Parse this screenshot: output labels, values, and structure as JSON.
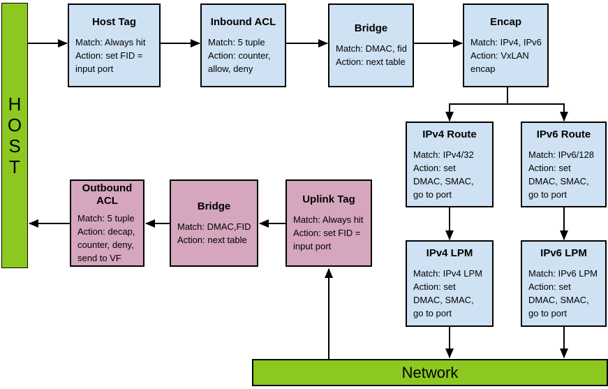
{
  "colors": {
    "box_blue": "#cfe2f3",
    "box_pink": "#d5a6bd",
    "bar_green": "#8cc820",
    "border": "#000000",
    "arrow": "#000000",
    "text": "#000000"
  },
  "diagram": {
    "host": {
      "letters": [
        "H",
        "O",
        "S",
        "T"
      ]
    },
    "network": {
      "label": "Network"
    },
    "nodes": {
      "host_tag": {
        "title": "Host Tag",
        "body": "Match: Always hit\nAction: set FID =\ninput port"
      },
      "inbound_acl": {
        "title": "Inbound ACL",
        "body": "Match: 5 tuple\nAction: counter,\nallow, deny"
      },
      "bridge_top": {
        "title": "Bridge",
        "body": "Match: DMAC, fid\nAction: next table"
      },
      "encap": {
        "title": "Encap",
        "body": "Match: IPv4, IPv6\nAction: VxLAN\nencap"
      },
      "ipv4_route": {
        "title": "IPv4 Route",
        "body": "Match: IPv4/32\nAction: set\nDMAC, SMAC,\ngo to port"
      },
      "ipv6_route": {
        "title": "IPv6 Route",
        "body": "Match: IPv6/128\nAction: set\nDMAC, SMAC,\ngo to port"
      },
      "ipv4_lpm": {
        "title": "IPv4 LPM",
        "body": "Match: IPv4 LPM\nAction: set\nDMAC, SMAC,\ngo to port"
      },
      "ipv6_lpm": {
        "title": "IPv6 LPM",
        "body": "Match: IPv6 LPM\nAction: set\nDMAC, SMAC,\ngo to port"
      },
      "outbound_acl": {
        "title": "Outbound ACL",
        "body": "Match: 5 tuple\nAction: decap,\ncounter, deny,\nsend to VF"
      },
      "bridge_return": {
        "title": "Bridge",
        "body": "Match: DMAC,FID\nAction: next table"
      },
      "uplink_tag": {
        "title": "Uplink Tag",
        "body": "Match: Always hit\nAction: set FID =\ninput port"
      }
    }
  }
}
